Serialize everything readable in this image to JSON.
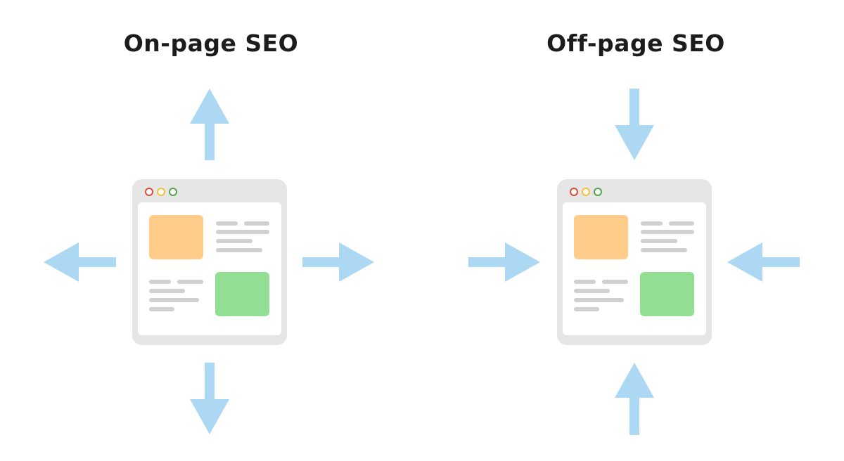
{
  "colors": {
    "background": "#ffffff",
    "title": "#1c1c1c",
    "arrow": "#acd8f4",
    "window_frame": "#e6e6e6",
    "window_content": "#ffffff",
    "dot_red": "#de4a3c",
    "dot_yellow": "#f2c330",
    "dot_green": "#4ea54a",
    "block_orange": "#ffcc8a",
    "block_green": "#92de92",
    "text_line": "#d0d0d0"
  },
  "panels": [
    {
      "title": "On-page SEO",
      "arrow_direction": "outward",
      "icon": "browser-window-icon"
    },
    {
      "title": "Off-page SEO",
      "arrow_direction": "inward",
      "icon": "browser-window-icon"
    }
  ]
}
